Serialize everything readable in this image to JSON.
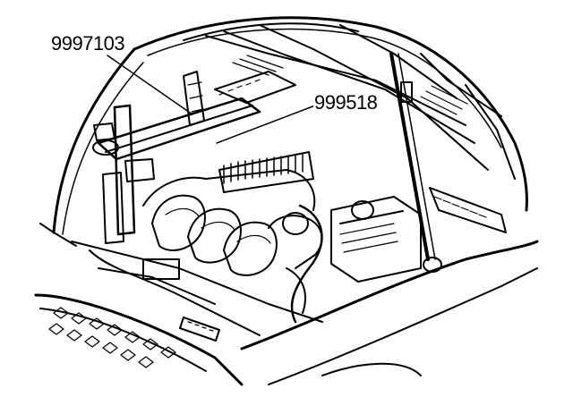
{
  "illustration": {
    "subject": "engine-compartment-line-drawing",
    "callouts": [
      {
        "id": "callout-1",
        "text": "9997103"
      },
      {
        "id": "callout-2",
        "text": "999518"
      }
    ]
  },
  "colors": {
    "line": "#000000",
    "background": "#ffffff"
  }
}
